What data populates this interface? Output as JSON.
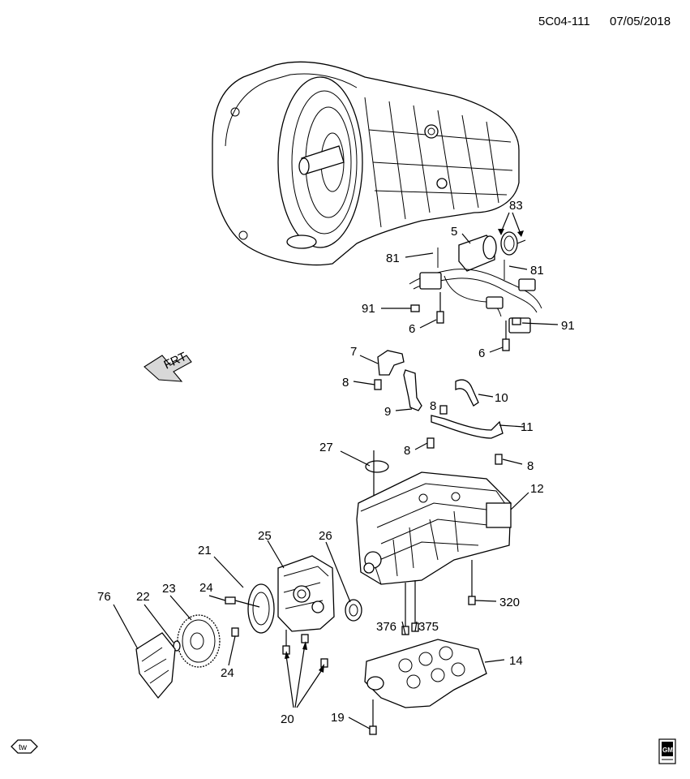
{
  "header": {
    "code": "5C04-111",
    "date": "07/05/2018"
  },
  "direction": {
    "label": "FRT"
  },
  "badges": {
    "tw": "tw",
    "gm": "GM"
  },
  "callouts": {
    "c83": "83",
    "c5": "5",
    "c81a": "81",
    "c81b": "81",
    "c91a": "91",
    "c91b": "91",
    "c6a": "6",
    "c6b": "6",
    "c7": "7",
    "c8a": "8",
    "c9": "9",
    "c8b": "8",
    "c10": "10",
    "c11": "11",
    "c8c": "8",
    "c8d": "8",
    "c27": "27",
    "c12": "12",
    "c25": "25",
    "c26": "26",
    "c21": "21",
    "c24a": "24",
    "c23": "23",
    "c22": "22",
    "c76": "76",
    "c24b": "24",
    "c320": "320",
    "c376": "376",
    "c375": "375",
    "c14": "14",
    "c20": "20",
    "c19": "19"
  },
  "icons": [
    "tw-emission-icon",
    "gm-logo-icon",
    "front-direction-arrow-icon"
  ]
}
